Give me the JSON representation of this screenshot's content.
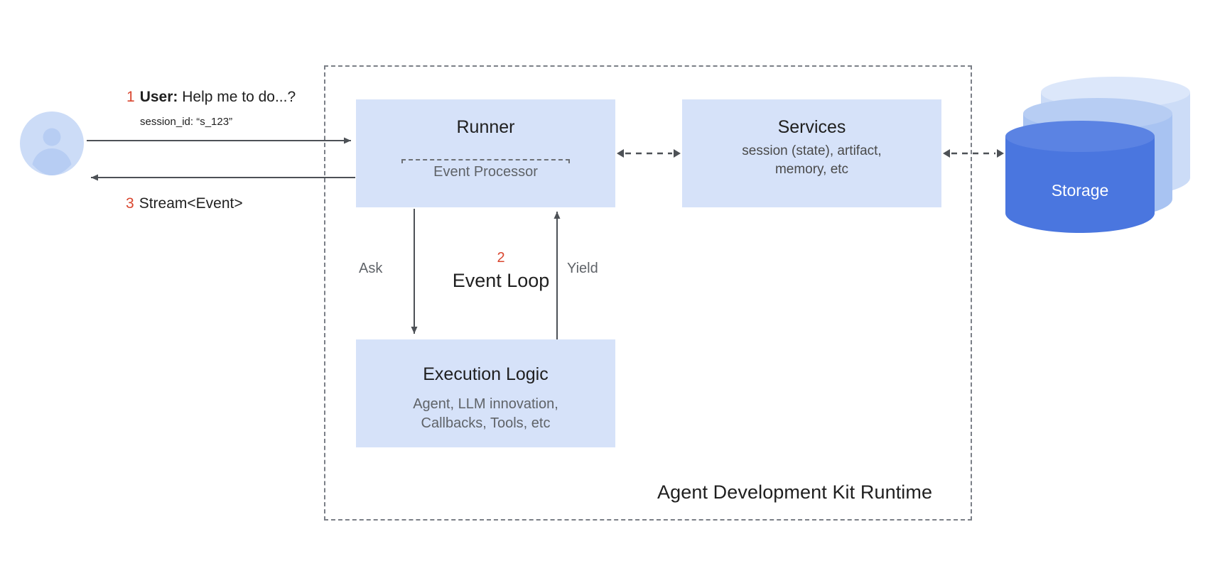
{
  "diagram": {
    "title": "Agent Development Kit Runtime",
    "accent_red": "#d9462f",
    "box_fill": "#d6e2f9",
    "storage_fill": "#4a76df",
    "line_color": "#5f6368"
  },
  "actor": {
    "icon_name": "user-avatar-icon",
    "messages": [
      {
        "num": "1",
        "who": "User:",
        "text": "Help me to do...?"
      },
      {
        "num": "3",
        "who": "",
        "text": "Stream<Event>"
      }
    ],
    "session_id": "session_id: “s_123”"
  },
  "runner": {
    "title": "Runner",
    "inner": {
      "label": "Event Processor"
    }
  },
  "services": {
    "title": "Services",
    "subtitle": "session (state), artifact,\nmemory, etc"
  },
  "execution": {
    "title": "Execution Logic",
    "subtitle": "Agent, LLM innovation,\nCallbacks, Tools, etc"
  },
  "event_loop": {
    "num": "2",
    "label": "Event Loop",
    "ask_label": "Ask",
    "yield_label": "Yield"
  },
  "storage": {
    "label": "Storage"
  }
}
